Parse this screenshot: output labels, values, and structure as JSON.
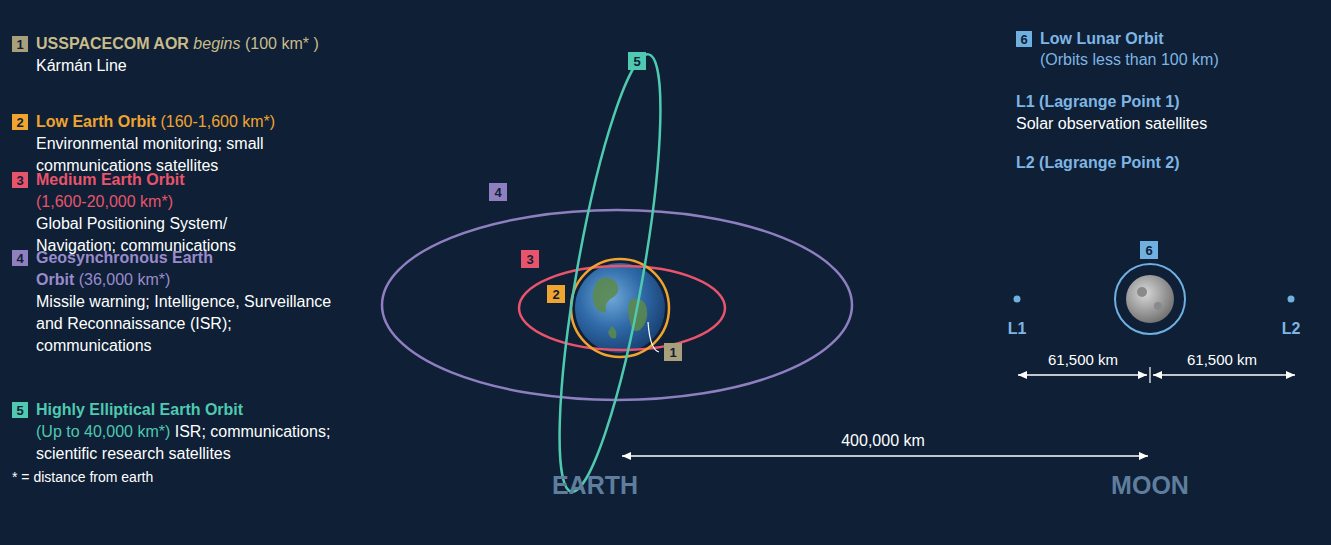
{
  "diagram": {
    "labels": [
      "1",
      "USSPACECOM AOR",
      "begins",
      "(100 km* )",
      "Kármán Line",
      "2",
      "Low Earth Orbit",
      "(160-1,600 km*)",
      "Environmental monitoring; small communications satellites",
      "3",
      "Medium Earth Orbit",
      "(1,600-20,000 km*)",
      "Global Positioning System/ Navigation; communications",
      "4",
      "Geosynchronous Earth Orbit",
      "(36,000 km*)",
      "Missile warning; Intelligence, Surveillance and Reconnaissance (ISR); communications",
      "5",
      "Highly Elliptical Earth Orbit",
      "(Up to 40,000 km*)",
      "ISR; communications; scientific research satellites",
      "* = distance from earth",
      "5",
      "4",
      "3",
      "2",
      "1",
      "400,000 km",
      "EARTH",
      "MOON",
      "6",
      "Low Lunar Orbit",
      "(Orbits less than 100 km)",
      "L1 (Lagrange Point 1)",
      "Solar observation satellites",
      "L2 (Lagrange Point 2)",
      "6",
      "L1",
      "L2",
      "61,500 km",
      "61,500 km"
    ]
  }
}
